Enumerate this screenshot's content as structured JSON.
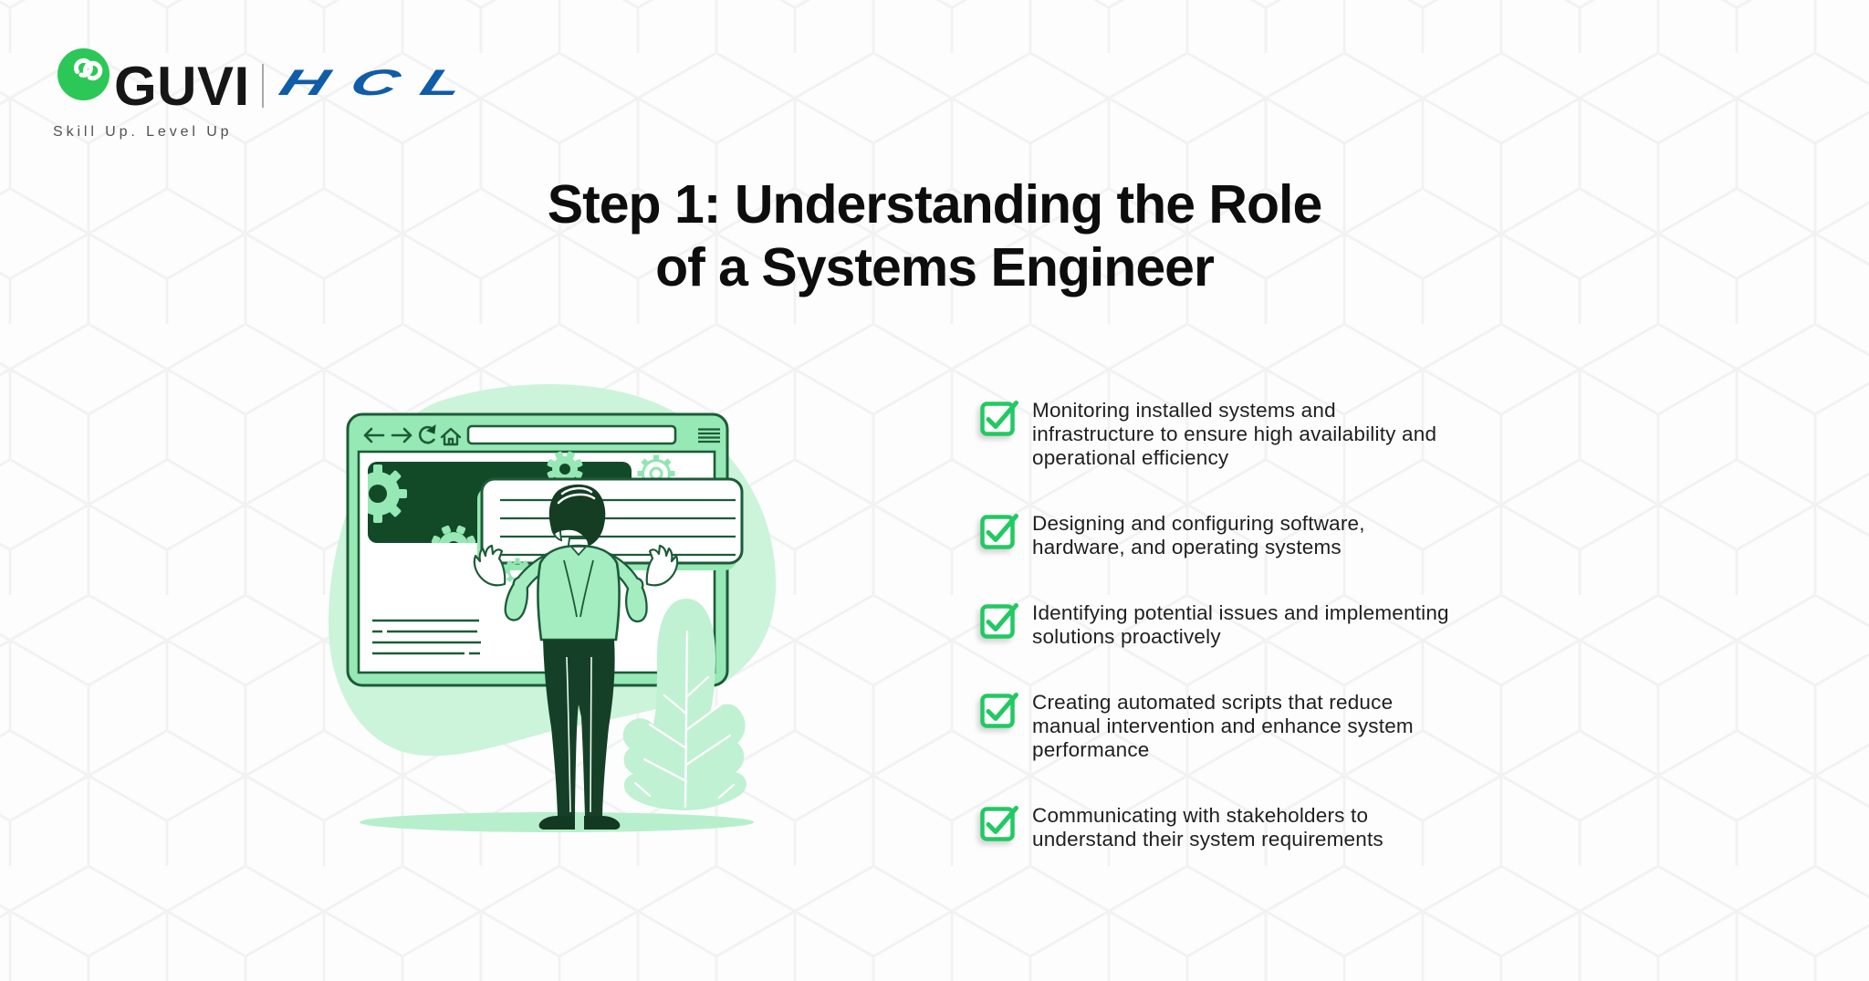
{
  "palette": {
    "bg": "#fdfdfd",
    "pattern-line": "#f2f2f2",
    "guvi-green": "#2bc857",
    "hcl-blue": "#0f5ca8",
    "check-green": "#22c962",
    "ill-outline": "#1d5b38",
    "ill-dark": "#124a28",
    "ill-mid": "#96e8b4",
    "ill-light": "#cbf4da",
    "ill-plant": "#bff1d2",
    "ill-ground": "#b7efcc",
    "ill-shirt": "#a3edc0",
    "ill-pants": "#163f27",
    "ill-hair": "#143d24",
    "ill-gear": "#8fe6b0"
  },
  "header": {
    "brand": "GUVI",
    "partner": "HCL",
    "tagline": "Skill Up. Level Up",
    "logo_icon": "guvi-g-icon"
  },
  "title": {
    "line1": "Step 1: Understanding the Role",
    "line2": "of a Systems Engineer"
  },
  "checklist": {
    "item_icon": "checkbox-checked-icon",
    "items": [
      {
        "lines": [
          "Monitoring installed systems and",
          "infrastructure to ensure high availability and",
          "operational efficiency"
        ]
      },
      {
        "lines": [
          "Designing and configuring software,",
          "hardware, and operating systems"
        ]
      },
      {
        "lines": [
          "Identifying potential issues and implementing",
          "solutions proactively"
        ]
      },
      {
        "lines": [
          "Creating automated scripts that reduce",
          "manual intervention and enhance system",
          "performance"
        ]
      },
      {
        "lines": [
          "Communicating with stakeholders to",
          "understand their system requirements"
        ]
      }
    ]
  },
  "illustration": {
    "name": "systems-engineer-illustration"
  }
}
